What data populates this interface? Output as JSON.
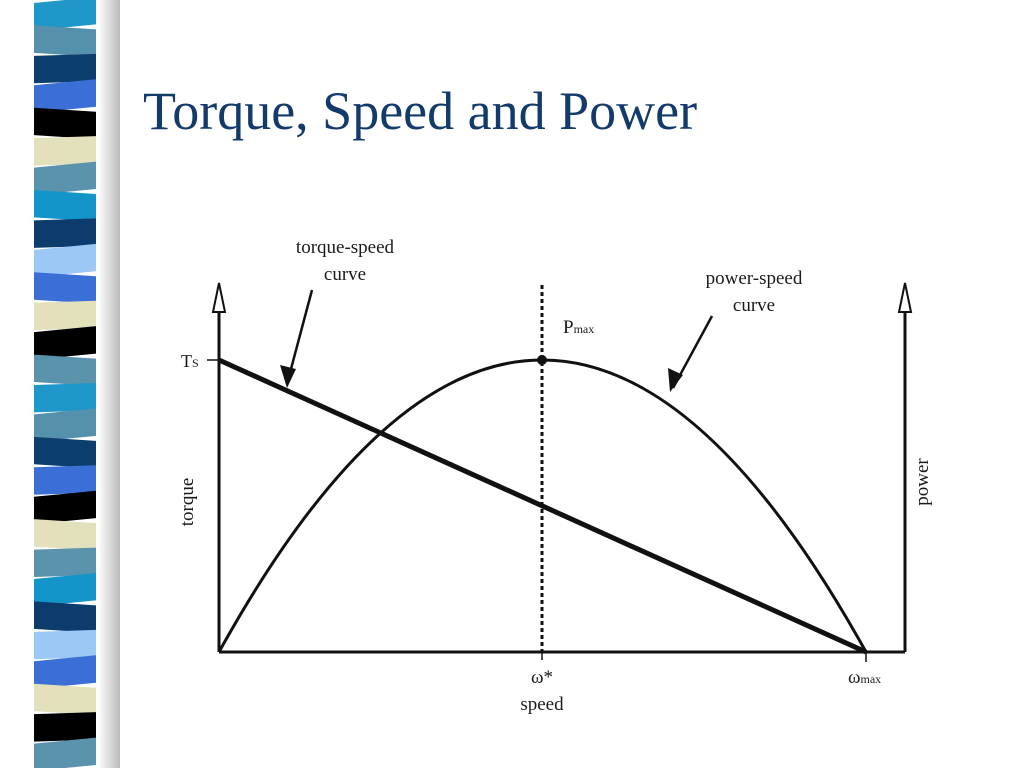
{
  "slide": {
    "title": "Torque, Speed and Power"
  },
  "diagram": {
    "curve_labels": {
      "torque_speed_line1": "torque-speed",
      "torque_speed_line2": "curve",
      "power_speed_line1": "power-speed",
      "power_speed_line2": "curve"
    },
    "axis_labels": {
      "left": "torque",
      "right": "power",
      "bottom": "speed"
    },
    "marks": {
      "ts_main": "T",
      "ts_sub": "S",
      "pmax_main": "P",
      "pmax_sub": "max",
      "omega_star": "ω*",
      "omega_max_main": "ω",
      "omega_max_sub": "max"
    }
  },
  "colors": {
    "title": "#123a6b",
    "strip": [
      "#1f97c9",
      "#5591ac",
      "#0d3f6e",
      "#3a6fd6",
      "#000000",
      "#e2e1bb",
      "#5b93ac",
      "#1395c9",
      "#0b3c6c",
      "#9cc8f6",
      "#3a6fd6",
      "#e2e1bb",
      "#000000",
      "#5b93ac"
    ]
  }
}
